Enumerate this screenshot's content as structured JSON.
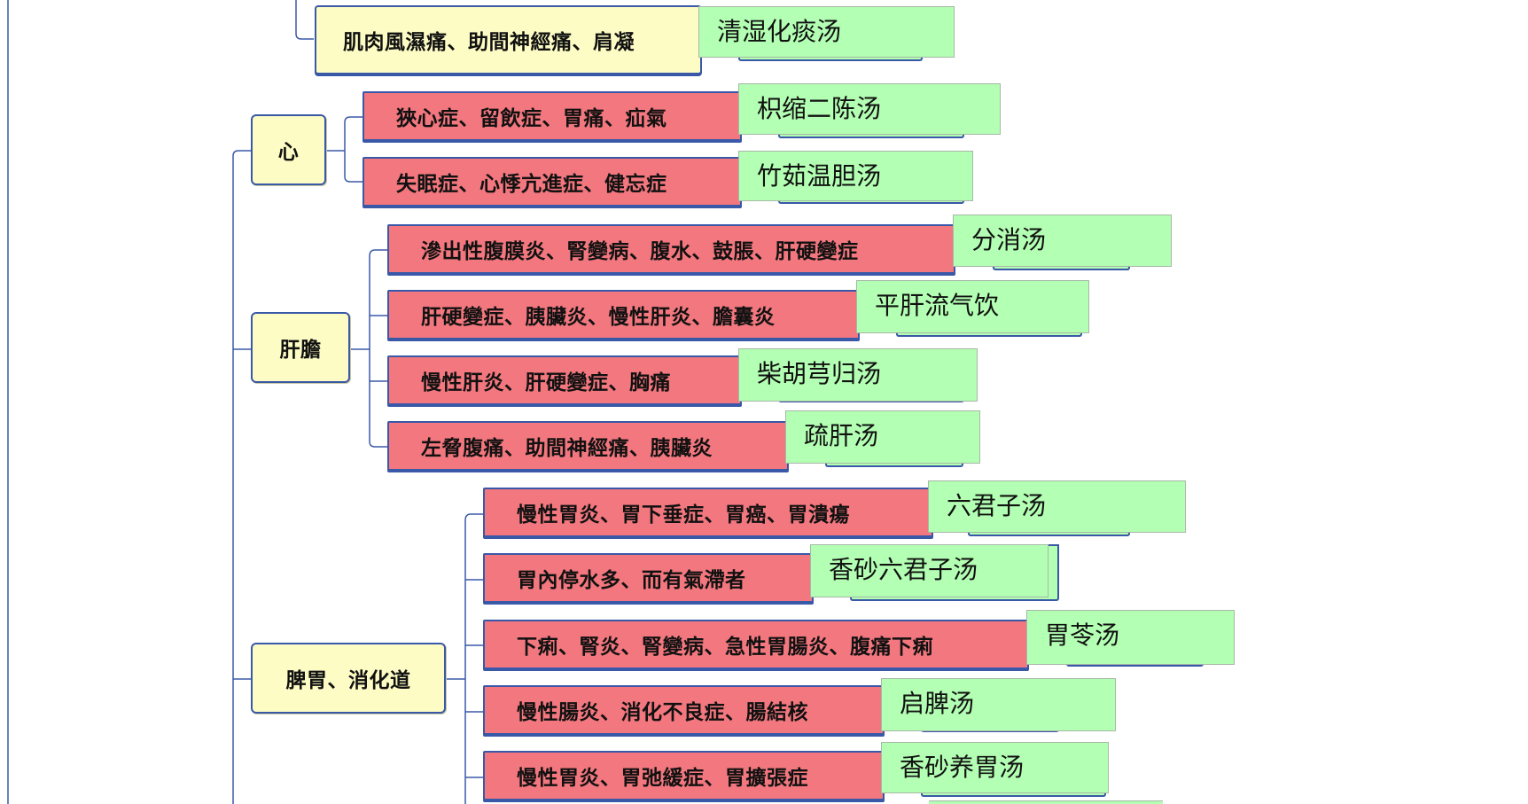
{
  "categories": [
    {
      "id": "heart",
      "label": "心"
    },
    {
      "id": "liver",
      "label": "肝膽"
    },
    {
      "id": "spleen",
      "label": "脾胃、消化道"
    }
  ],
  "rows": [
    {
      "id": "r0",
      "symptom": "肌肉風濕痛、助間神經痛、肩凝",
      "formula": "清湿化痰汤"
    },
    {
      "id": "r1",
      "symptom": "狹心症、留飲症、胃痛、疝氣",
      "formula": "枳缩二陈汤"
    },
    {
      "id": "r2",
      "symptom": "失眠症、心悸亢進症、健忘症",
      "formula": "竹茹温胆汤"
    },
    {
      "id": "r3",
      "symptom": "滲出性腹膜炎、腎變病、腹水、鼓脹、肝硬變症",
      "formula": "分消汤"
    },
    {
      "id": "r4",
      "symptom": "肝硬變症、胰臟炎、慢性肝炎、膽囊炎",
      "formula": "平肝流气饮"
    },
    {
      "id": "r5",
      "symptom": "慢性肝炎、肝硬變症、胸痛",
      "formula": "柴胡芎归汤"
    },
    {
      "id": "r6",
      "symptom": "左脅腹痛、助間神經痛、胰臟炎",
      "formula": "疏肝汤"
    },
    {
      "id": "r7",
      "symptom": "慢性胃炎、胃下垂症、胃癌、胃潰瘍",
      "formula": "六君子汤"
    },
    {
      "id": "r8",
      "symptom": "胃內停水多、而有氣滯者",
      "formula": "香砂六君子汤"
    },
    {
      "id": "r9",
      "symptom": "下痢、腎炎、腎變病、急性胃腸炎、腹痛下痢",
      "formula": "胃苓汤"
    },
    {
      "id": "r10",
      "symptom": "慢性腸炎、消化不良症、腸結核",
      "formula": "启脾汤"
    },
    {
      "id": "r11",
      "symptom": "慢性胃炎、胃弛緩症、胃擴張症",
      "formula": "香砂养胃汤"
    }
  ],
  "colors": {
    "category_fill": "#fdfcc4",
    "symptom_fill": "#f2777e",
    "formula_fill": "#b3ffb3",
    "connector": "#3a58a8"
  }
}
